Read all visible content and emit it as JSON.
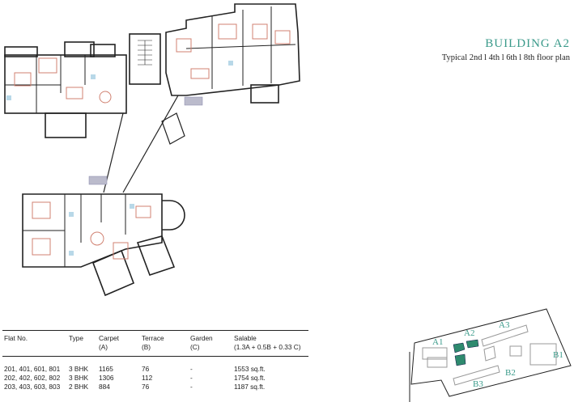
{
  "header": {
    "title": "BUILDING A2",
    "subtitle": "Typical 2nd l 4th l 6th l 8th floor plan"
  },
  "colors": {
    "accent": "#3a9a8a",
    "furniture": "#d08070",
    "wall": "#222222",
    "highlight": "#2e8a6e"
  },
  "table": {
    "headers": [
      {
        "line1": "Flat No.",
        "line2": ""
      },
      {
        "line1": "Type",
        "line2": ""
      },
      {
        "line1": "Carpet",
        "line2": "(A)"
      },
      {
        "line1": "Terrace",
        "line2": "(B)"
      },
      {
        "line1": "Garden",
        "line2": "(C)"
      },
      {
        "line1": "Salable",
        "line2": "(1.3A + 0.5B + 0.33 C)"
      }
    ],
    "rows": [
      [
        "201, 401, 601, 801",
        "3 BHK",
        "1165",
        "76",
        "-",
        "1553 sq.ft."
      ],
      [
        "202, 402, 602, 802",
        "3 BHK",
        "1306",
        "112",
        "-",
        "1754 sq.ft."
      ],
      [
        "203, 403, 603, 803",
        "2 BHK",
        "884",
        "76",
        "-",
        "1187 sq.ft."
      ]
    ]
  },
  "key_plan": {
    "labels": [
      "A1",
      "A2",
      "A3",
      "B1",
      "B2",
      "B3"
    ]
  }
}
